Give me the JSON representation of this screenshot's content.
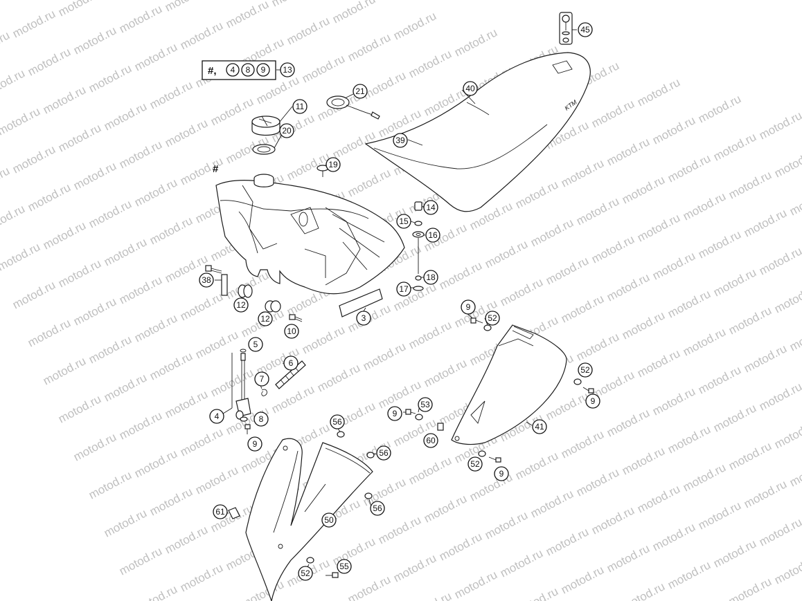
{
  "watermark": {
    "text": "motod.ru"
  },
  "kit_label": {
    "prefix": "#,",
    "members": [
      "4",
      "8",
      "9"
    ],
    "ref": "13"
  },
  "tank_mark": "#",
  "callouts": {
    "c45": "45",
    "c40": "40",
    "c39": "39",
    "c21": "21",
    "c11": "11",
    "c20": "20",
    "c19": "19",
    "c14": "14",
    "c15": "15",
    "c16": "16",
    "c17": "17",
    "c18": "18",
    "c38": "38",
    "c12a": "12",
    "c12b": "12",
    "c10": "10",
    "c3": "3",
    "c9a": "9",
    "c52a": "52",
    "c52b": "52",
    "c9b": "9",
    "c5": "5",
    "c6": "6",
    "c7": "7",
    "c4": "4",
    "c8": "8",
    "c9c": "9",
    "c9d": "9",
    "c53": "53",
    "c60": "60",
    "c41": "41",
    "c52c": "52",
    "c9e": "9",
    "c56a": "56",
    "c56b": "56",
    "c56c": "56",
    "c50": "50",
    "c61": "61",
    "c52d": "52",
    "c55": "55"
  }
}
